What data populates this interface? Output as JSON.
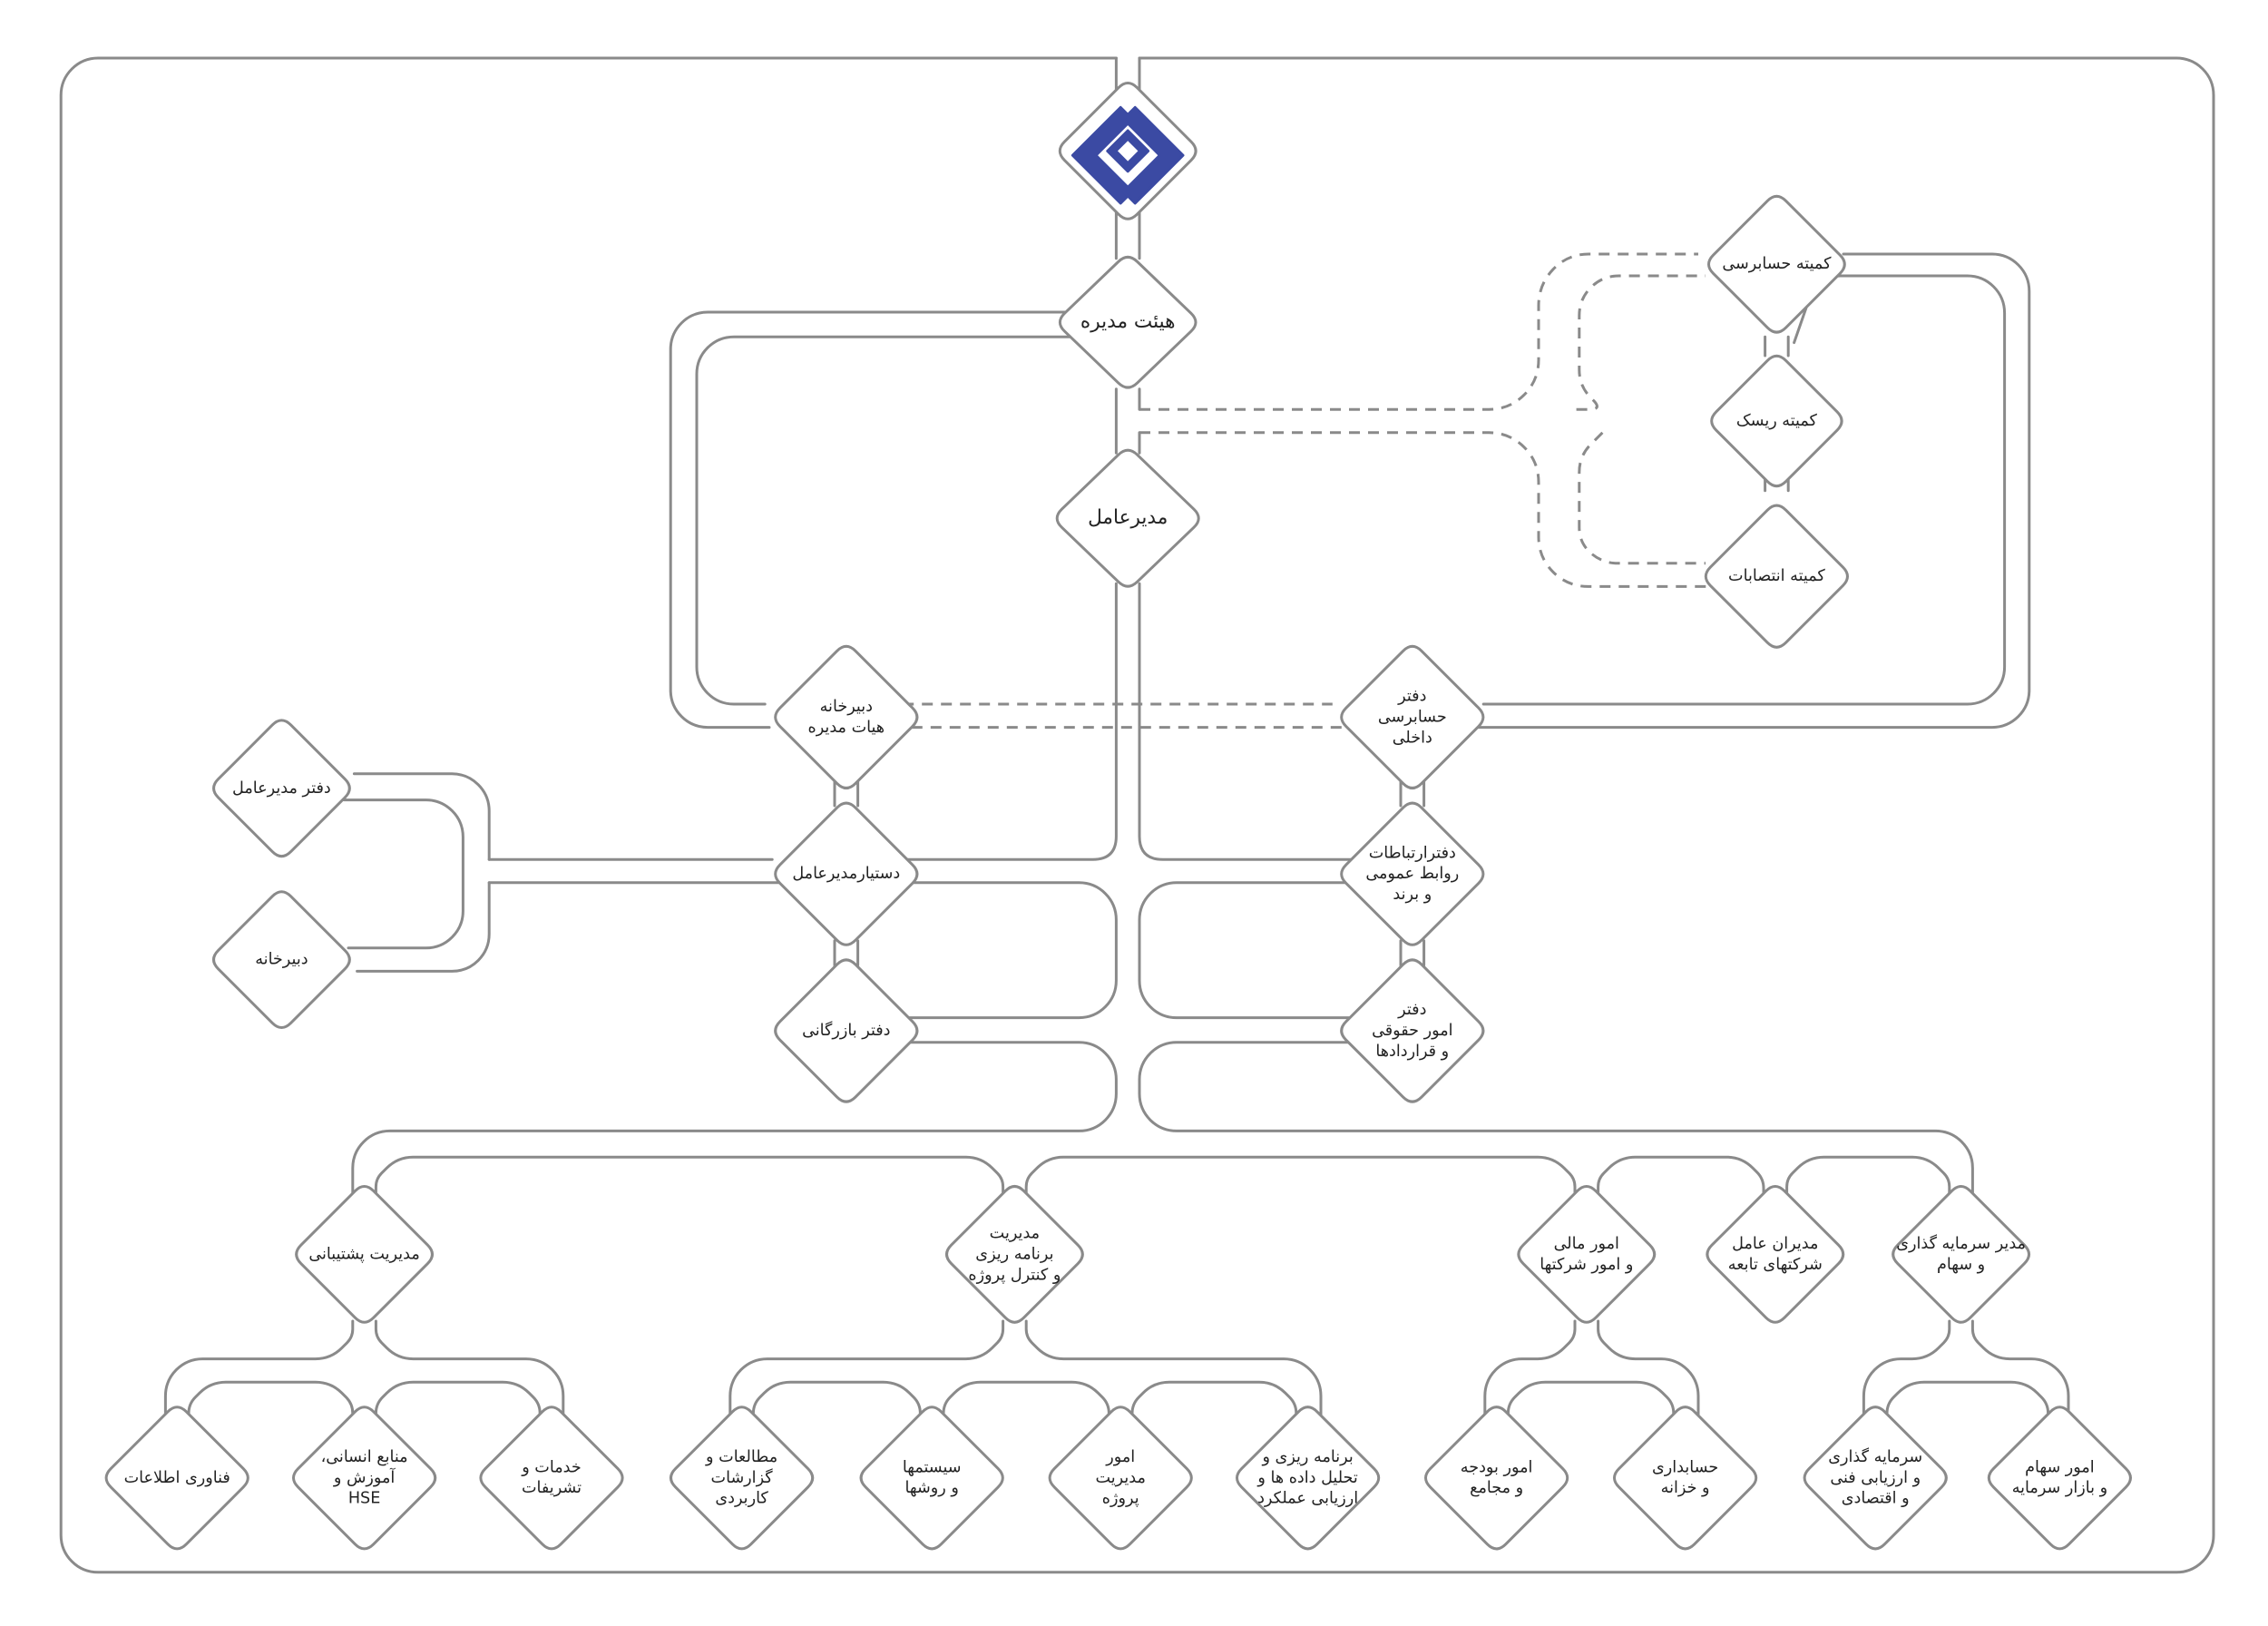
{
  "colors": {
    "line": "#8a8a8a",
    "logo": "#3b4aa3",
    "text": "#222222"
  },
  "logo": {
    "icon": "company-logo-icon"
  },
  "nodes": {
    "board": {
      "lines": [
        "هیئت مدیره"
      ]
    },
    "ceo": {
      "lines": [
        "مدیرعامل"
      ]
    },
    "audit_committee": {
      "lines": [
        "کمیته حسابرسی"
      ]
    },
    "risk_committee": {
      "lines": [
        "کمیته ریسک"
      ]
    },
    "appointments_committee": {
      "lines": [
        "کمیته انتصابات"
      ]
    },
    "board_secretariat": {
      "lines": [
        "دبیرخانه",
        "هیات مدیره"
      ]
    },
    "internal_audit": {
      "lines": [
        "دفتر",
        "حسابرسی",
        "داخلی"
      ]
    },
    "ceo_office": {
      "lines": [
        "دفتر مدیرعامل"
      ]
    },
    "secretariat": {
      "lines": [
        "دبیرخانه"
      ]
    },
    "ceo_assistant": {
      "lines": [
        "دستیارمدیرعامل"
      ]
    },
    "communications": {
      "lines": [
        "دفترارتباطات",
        "روابط عمومی",
        "و برند"
      ]
    },
    "commerce_office": {
      "lines": [
        "دفتر بازرگانی"
      ]
    },
    "legal": {
      "lines": [
        "دفتر",
        "امور حقوقی",
        "و قراردادها"
      ]
    },
    "support_mgmt": {
      "lines": [
        "مدیریت پشتیبانی"
      ]
    },
    "planning_mgmt": {
      "lines": [
        "مدیریت",
        "برنامه ریزی",
        "و کنترل پروژه"
      ]
    },
    "finance": {
      "lines": [
        "امور مالی",
        "و امور شرکتها"
      ]
    },
    "subsidiaries": {
      "lines": [
        "مدیران عامل",
        "شرکتهای تابعه"
      ]
    },
    "investment": {
      "lines": [
        "مدیر سرمایه گذاری",
        "و سهام"
      ]
    },
    "it": {
      "lines": [
        "فناوری اطلاعات"
      ]
    },
    "hr": {
      "lines": [
        "منابع انسانی،",
        "آموزش و",
        "HSE"
      ]
    },
    "services": {
      "lines": [
        "خدمات و",
        "تشریفات"
      ]
    },
    "studies": {
      "lines": [
        "مطالعات و",
        "گزارشات",
        "کاربردی"
      ]
    },
    "systems": {
      "lines": [
        "سیستمها",
        "و روشها"
      ]
    },
    "project_affairs": {
      "lines": [
        "امور",
        "مدیریت",
        "پروژه"
      ]
    },
    "data_analysis": {
      "lines": [
        "برنامه ریزی و",
        "تحلیل داده ها و",
        "ارزیابی عملکرد"
      ]
    },
    "budget": {
      "lines": [
        "امور بودجه",
        "و مجامع"
      ]
    },
    "accounting": {
      "lines": [
        "حسابداری",
        "و خزانه"
      ]
    },
    "tech_invest": {
      "lines": [
        "سرمایه گذاری",
        "و ارزیابی فنی",
        "و اقتصادی"
      ]
    },
    "stocks": {
      "lines": [
        "امور سهام",
        "و بازار سرمایه"
      ]
    }
  }
}
